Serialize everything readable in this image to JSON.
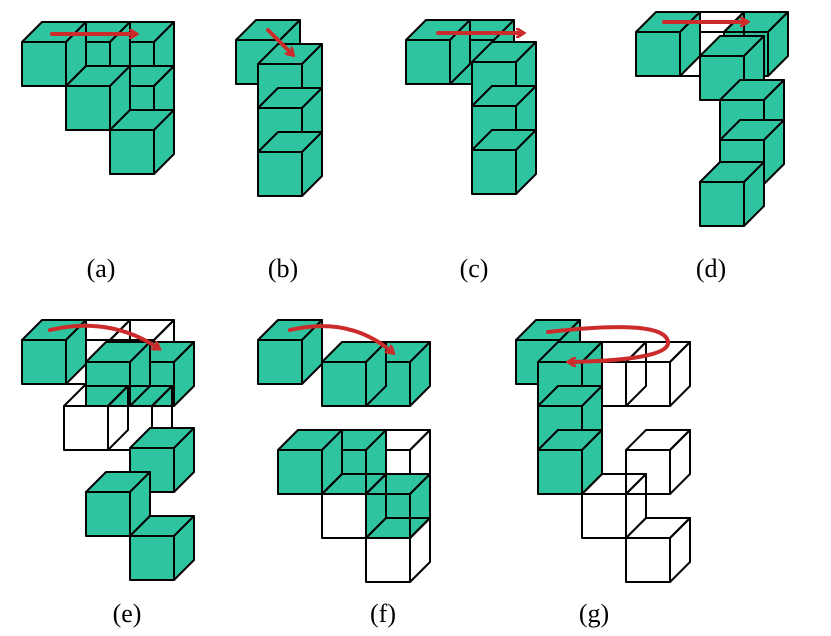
{
  "colors": {
    "cube_fill": "#2ec4a0",
    "cube_fill_top": "#2ec4a0",
    "cube_fill_side": "#2ec4a0",
    "outline": "#000000",
    "arrow": "#cc2b2b",
    "background": "#ffffff"
  },
  "figures": [
    {
      "id": "a",
      "label": "(a)"
    },
    {
      "id": "b",
      "label": "(b)"
    },
    {
      "id": "c",
      "label": "(c)"
    },
    {
      "id": "d",
      "label": "(d)"
    },
    {
      "id": "e",
      "label": "(e)"
    },
    {
      "id": "f",
      "label": "(f)"
    },
    {
      "id": "g",
      "label": "(g)"
    }
  ]
}
